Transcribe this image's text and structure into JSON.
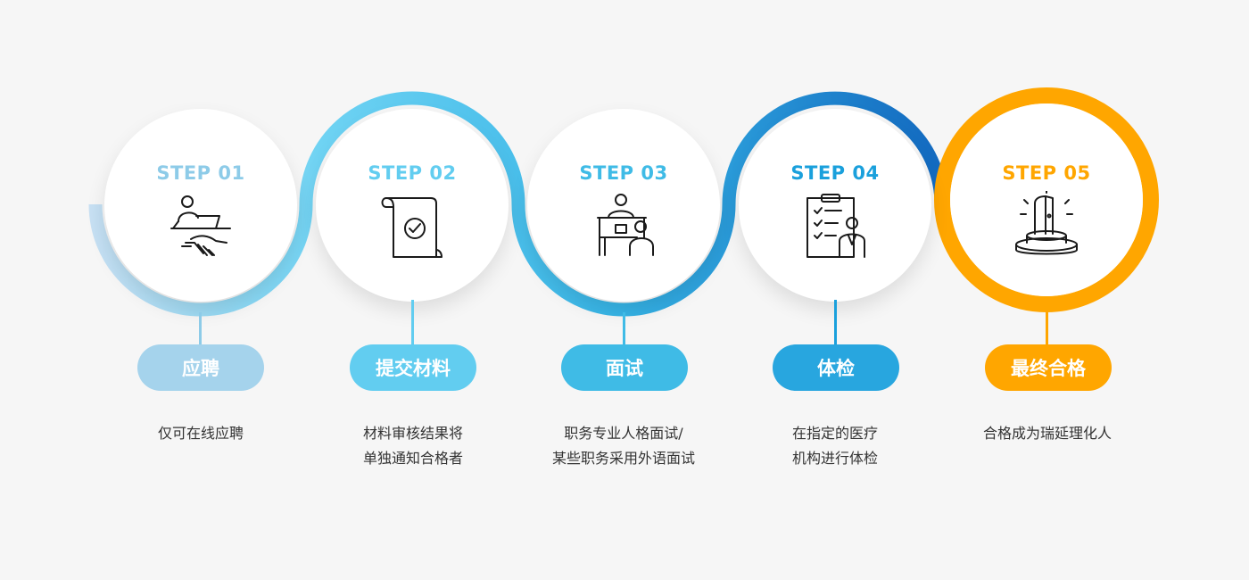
{
  "colors": {
    "background": "#f6f6f6",
    "step1": "#8dcbe8",
    "step2": "#62cdf0",
    "step3": "#3fbbe6",
    "step4": "#1aa0dc",
    "step5": "#ffa600",
    "wave_start": "#c8dff2",
    "wave_end": "#1672c4"
  },
  "steps": [
    {
      "step_label": "STEP 01",
      "title": "应聘",
      "icon": "handshake-desk-icon",
      "description": [
        "仅可在线应聘"
      ]
    },
    {
      "step_label": "STEP 02",
      "title": "提交材料",
      "icon": "document-check-icon",
      "description": [
        "材料审核结果将",
        "单独通知合格者"
      ]
    },
    {
      "step_label": "STEP 03",
      "title": "面试",
      "icon": "interview-icon",
      "description": [
        "职务专业人格面试/",
        "某些职务采用外语面试"
      ]
    },
    {
      "step_label": "STEP 04",
      "title": "体检",
      "icon": "clipboard-doctor-icon",
      "description": [
        "在指定的医疗",
        "机构进行体检"
      ]
    },
    {
      "step_label": "STEP 05",
      "title": "最终合格",
      "icon": "door-podium-icon",
      "description": [
        "合格成为瑞延理化人"
      ]
    }
  ]
}
